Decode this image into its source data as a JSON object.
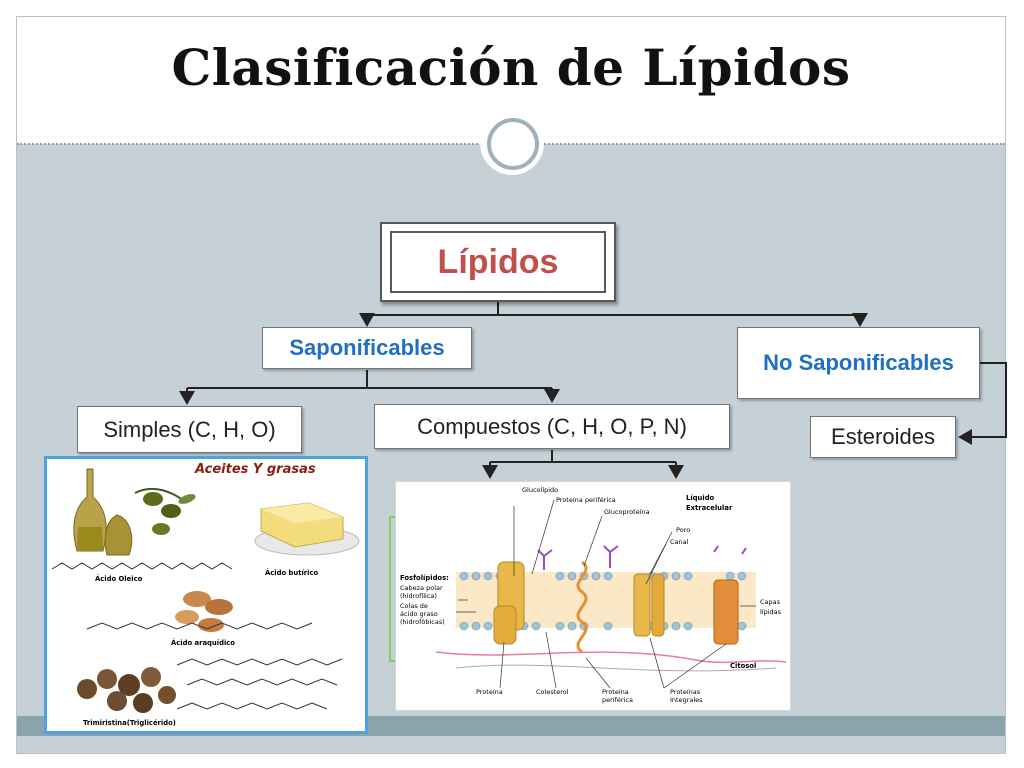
{
  "slide": {
    "title": "Clasificación de Lípidos"
  },
  "diagram": {
    "root": "Lípidos",
    "saponificables": "Saponificables",
    "no_saponificables": "No Saponificables",
    "simples": "Simples (C, H, O)",
    "compuestos": "Compuestos (C, H, O, P, N)",
    "esteroides": "Esteroides"
  },
  "fats_image": {
    "heading": "Aceites Y grasas",
    "labels": [
      "Ácido Oleico",
      "Ácido butírico",
      "Ácido araquídico",
      "Trimiristina(Triglicérido)"
    ]
  },
  "membrane_image": {
    "labels": {
      "glucolipido": "Glucolípido",
      "proteina_periferica_top": "Proteína periférica",
      "glucoproteina": "Glucoproteína",
      "liquido": "Líquido Extracelular",
      "poro": "Poro",
      "canal": "Canal",
      "fosfolipidos": "Fosfolípidos:",
      "cabeza": "Cabeza polar (hidrofílica)",
      "colas": "Colas de ácido graso (hidrofóbicas)",
      "capas": "Capas lípidas",
      "citosol": "Citosol",
      "proteina": "Proteína",
      "colesterol": "Colesterol",
      "proteina_periferica_bottom": "Proteína periférica",
      "proteinas_integrales": "Proteínas Integrales"
    }
  },
  "colors": {
    "root_text": "#c0504d",
    "accent_blue": "#1f6fc4",
    "background": "#c5d1d7",
    "footer": "#8aa4ad"
  }
}
